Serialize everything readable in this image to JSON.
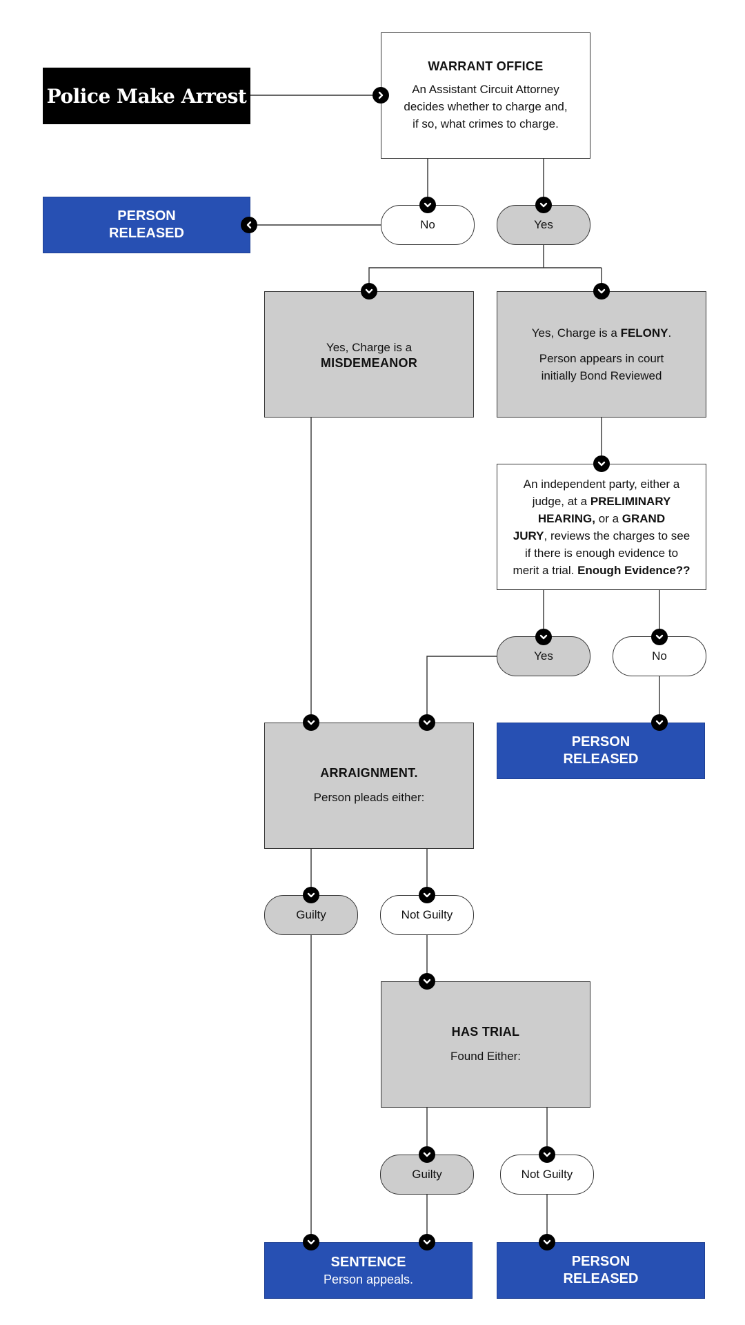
{
  "start": {
    "label": "Police Make Arrest"
  },
  "warrant_office": {
    "title": "WARRANT OFFICE",
    "lines": [
      "An Assistant Circuit Attorney",
      "decides whether to charge and,",
      "if so, what crimes to charge."
    ]
  },
  "charge_decision": {
    "no": "No",
    "yes": "Yes"
  },
  "released_1": {
    "line1": "PERSON",
    "line2": "RELEASED"
  },
  "misdemeanor": {
    "line1": "Yes, Charge is a",
    "line2": "MISDEMEANOR"
  },
  "felony": {
    "prefix": "Yes, Charge is a ",
    "emphasis": "FELONY",
    "suffix": ".",
    "line2": "Person appears in court",
    "line3": "initially Bond Reviewed"
  },
  "review": {
    "l1": "An independent party, either a",
    "l2_pre": "judge, at a ",
    "l2_bold": "PRELIMINARY",
    "l3_bold": "HEARING,",
    "l3_mid": " or a ",
    "l3_bold2": "GRAND",
    "l4_bold": "JURY",
    "l4_rest": ", reviews the charges to see",
    "l5": "if there is enough evidence to",
    "l6_pre": "merit a trial. ",
    "l6_bold": "Enough Evidence??"
  },
  "evidence_decision": {
    "yes": "Yes",
    "no": "No"
  },
  "released_2": {
    "line1": "PERSON",
    "line2": "RELEASED"
  },
  "arraignment": {
    "title": "ARRAIGNMENT.",
    "sub": "Person pleads either:"
  },
  "plea": {
    "guilty": "Guilty",
    "not_guilty": "Not Guilty"
  },
  "trial": {
    "title": "HAS TRIAL",
    "sub": "Found Either:"
  },
  "verdict": {
    "guilty": "Guilty",
    "not_guilty": "Not Guilty"
  },
  "sentence": {
    "title": "SENTENCE",
    "sub": "Person appeals."
  },
  "released_3": {
    "line1": "PERSON",
    "line2": "RELEASED"
  },
  "colors": {
    "released_blue": "#2750b3",
    "process_gray": "#cdcdcd",
    "start_black": "#000000",
    "connector": "#333333"
  }
}
